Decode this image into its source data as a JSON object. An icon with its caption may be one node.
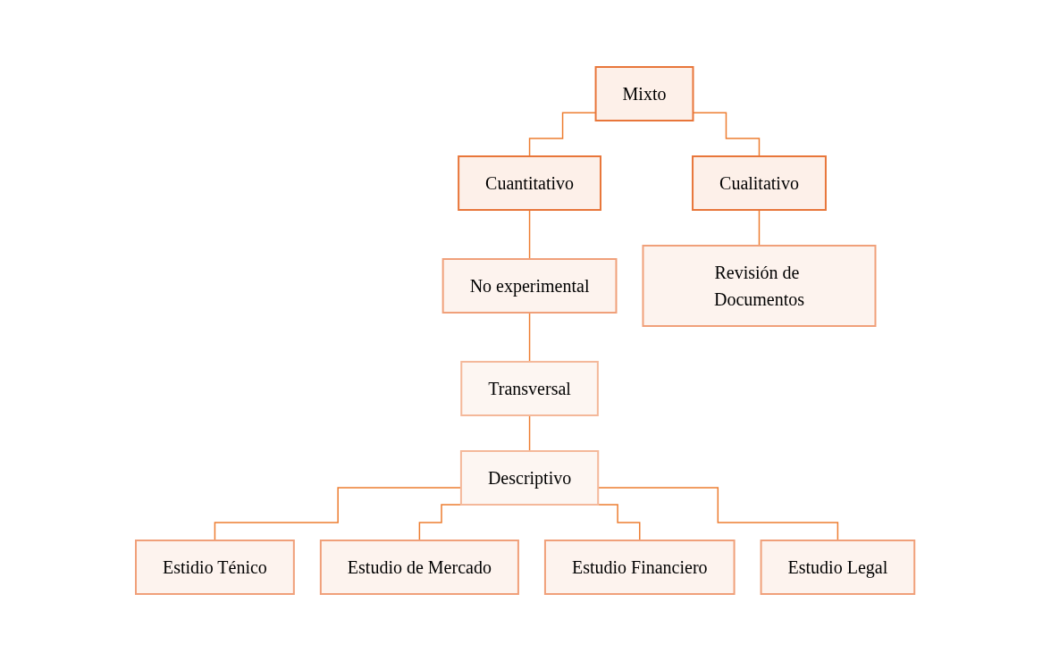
{
  "diagram": {
    "nodes": [
      {
        "text": [
          "Mixto"
        ]
      },
      {
        "text": [
          "Cuantitativo"
        ]
      },
      {
        "text": [
          "Cualitativo"
        ]
      },
      {
        "text": [
          "No experimental"
        ]
      },
      {
        "text": [
          "Transversal"
        ]
      },
      {
        "text": [
          "Descriptivo"
        ]
      },
      {
        "text": [
          "Estidio Ténico"
        ]
      },
      {
        "text": [
          "Estudio de Mercado"
        ]
      },
      {
        "text": [
          "Estudio Financiero"
        ]
      },
      {
        "text": [
          "Estudio Legal"
        ]
      },
      {
        "text": [
          "Revisión de Documentos"
        ]
      }
    ],
    "edges": [
      {
        "from": 0,
        "to": 1,
        "arrow": "none"
      },
      {
        "from": 0,
        "to": 2,
        "arrow": "none"
      },
      {
        "from": 1,
        "to": 3,
        "arrow": "none"
      },
      {
        "from": 3,
        "to": 4,
        "arrow": "none"
      },
      {
        "from": 4,
        "to": 5,
        "arrow": "none"
      },
      {
        "from": 5,
        "to": 6,
        "arrow": "none"
      },
      {
        "from": 5,
        "to": 7,
        "arrow": "none"
      },
      {
        "from": 5,
        "to": 8,
        "arrow": "none"
      },
      {
        "from": 5,
        "to": 9,
        "arrow": "none"
      },
      {
        "from": 2,
        "to": 10,
        "arrow": "none"
      }
    ]
  }
}
